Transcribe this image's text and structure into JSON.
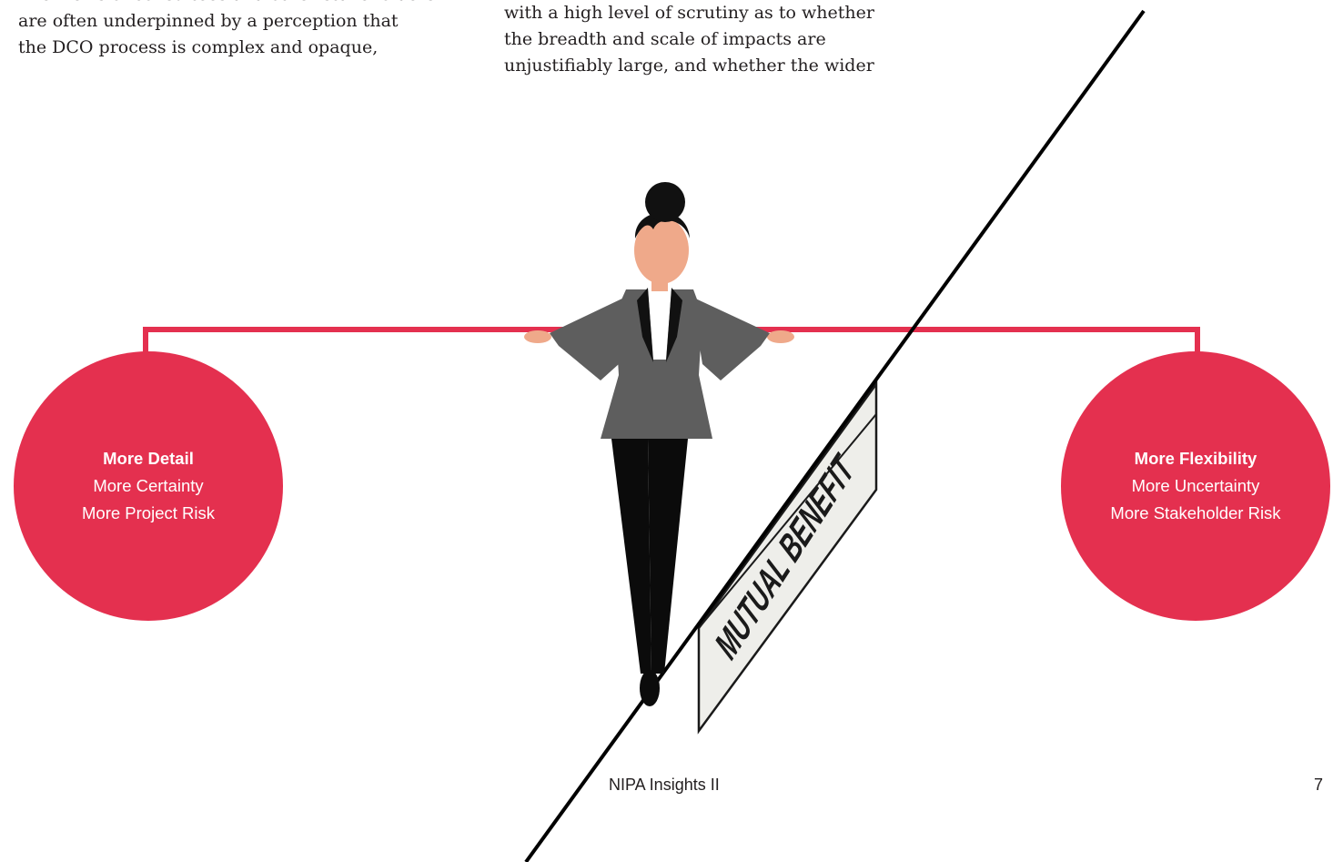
{
  "left_column": {
    "lines": [
      "The views of consultees and other stakeholders",
      "are often underpinned by a perception that",
      "the DCO process is complex and opaque,"
    ]
  },
  "middle_column": {
    "lines": [
      "with a high level of scrutiny as to whether",
      "the breadth and scale of impacts are",
      "unjustifiably large, and whether the wider"
    ]
  },
  "illustration": {
    "sign_text": "MUTUAL BENEFIT",
    "left_circle": {
      "heading": "More Detail",
      "line1": "More Certainty",
      "line2": "More Project Risk"
    },
    "right_circle": {
      "heading": "More Flexibility",
      "line1": "More Uncertainty",
      "line2": "More Stakeholder Risk"
    },
    "colors": {
      "accent": "#e4304f",
      "suit": "#5e5e5e",
      "skin": "#efa98a",
      "hair": "#111111"
    }
  },
  "footer": {
    "title": "NIPA Insights II",
    "page_number": "7"
  }
}
